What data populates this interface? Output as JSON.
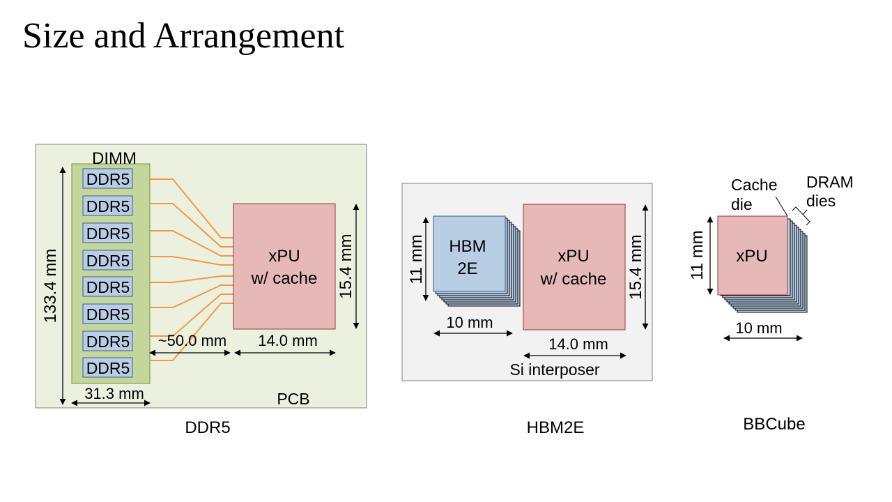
{
  "title": "Size and Arrangement",
  "ddr5_panel": {
    "caption": "DDR5",
    "pcb_label": "PCB",
    "dimm_label": "DIMM",
    "chip_labels": [
      "DDR5",
      "DDR5",
      "DDR5",
      "DDR5",
      "DDR5",
      "DDR5",
      "DDR5",
      "DDR5"
    ],
    "dimm_height": "133.4 mm",
    "dimm_width": "31.3 mm",
    "trace_length": "~50.0 mm",
    "xpu_label_1": "xPU",
    "xpu_label_2": "w/ cache",
    "xpu_width": "14.0 mm",
    "xpu_height": "15.4 mm"
  },
  "hbm_panel": {
    "caption": "HBM2E",
    "interposer_label": "Si interposer",
    "hbm_label_1": "HBM",
    "hbm_label_2": "2E",
    "hbm_height": "11 mm",
    "hbm_width": "10 mm",
    "xpu_label_1": "xPU",
    "xpu_label_2": "w/ cache",
    "xpu_width": "14.0 mm",
    "xpu_height": "15.4 mm"
  },
  "bbcube_panel": {
    "caption": "BBCube",
    "cache_die_label_1": "Cache",
    "cache_die_label_2": "die",
    "dram_dies_label_1": "DRAM",
    "dram_dies_label_2": "dies",
    "xpu_label": "xPU",
    "height": "11 mm",
    "width": "10 mm"
  },
  "colors": {
    "pcb_fill": "#ebf1de",
    "dimm_fill": "#c3d69b",
    "chip_fill": "#b9cde5",
    "xpu_fill": "#e6b9b8",
    "interposer_fill": "#f2f2f2",
    "trace": "#f79646"
  }
}
